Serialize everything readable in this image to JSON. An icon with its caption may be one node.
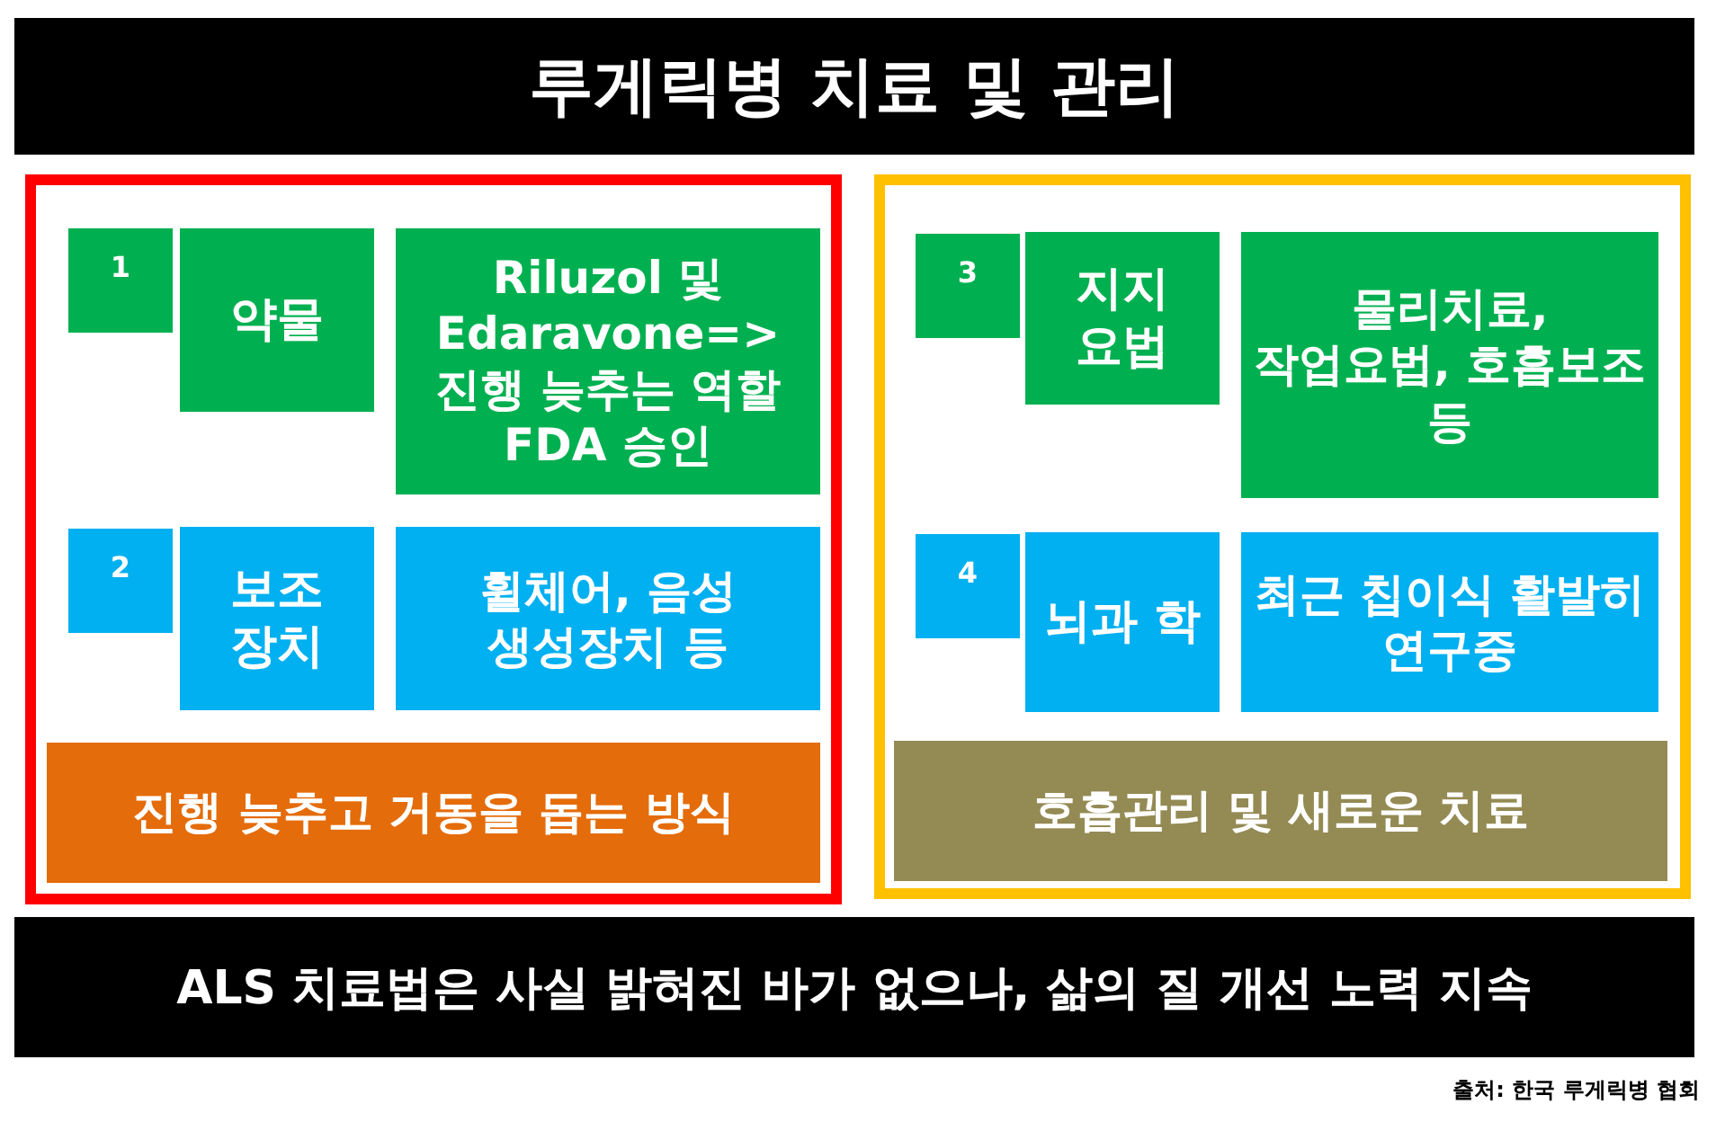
{
  "diagram": {
    "title": "루게릭병 치료 및 관리",
    "nodes": [
      {
        "text": [],
        "shape": "box"
      },
      {
        "text": [
          "1"
        ],
        "in": 0
      },
      {
        "text": [
          "약물"
        ],
        "in": 0
      },
      {
        "text": [
          "Riluzol 및 Edaravone=> 진행 늦추는 역할 FDA 승인"
        ],
        "in": 0
      },
      {
        "text": [
          "2"
        ],
        "in": 0
      },
      {
        "text": [
          "보조 장치"
        ],
        "in": 0
      },
      {
        "text": [
          "휠체어, 음성 생성장치 등"
        ],
        "in": 0
      },
      {
        "text": [
          "진행 늦추고 거동을 돕는 방식"
        ],
        "in": 0
      },
      {
        "text": [],
        "shape": "box"
      },
      {
        "text": [
          "3"
        ],
        "in": 8
      },
      {
        "text": [
          "지지 요법"
        ],
        "in": 8
      },
      {
        "text": [
          "물리치료, 작업요법, 호흡보조 등"
        ],
        "in": 8
      },
      {
        "text": [
          "4"
        ],
        "in": 8
      },
      {
        "text": [
          "뇌과 학"
        ],
        "in": 8
      },
      {
        "text": [
          "최근 칩이식 활발히 연구중"
        ],
        "in": 8
      },
      {
        "text": [
          "호흡관리 및 새로운 치료"
        ],
        "in": 8
      }
    ],
    "edges": [],
    "caption": "ALS 치료법은 사실 밝혀진 바가 없으나, 삶의 질 개선 노력 지속",
    "labels": [
      "출처: 한국 루게릭병 협회"
    ]
  }
}
